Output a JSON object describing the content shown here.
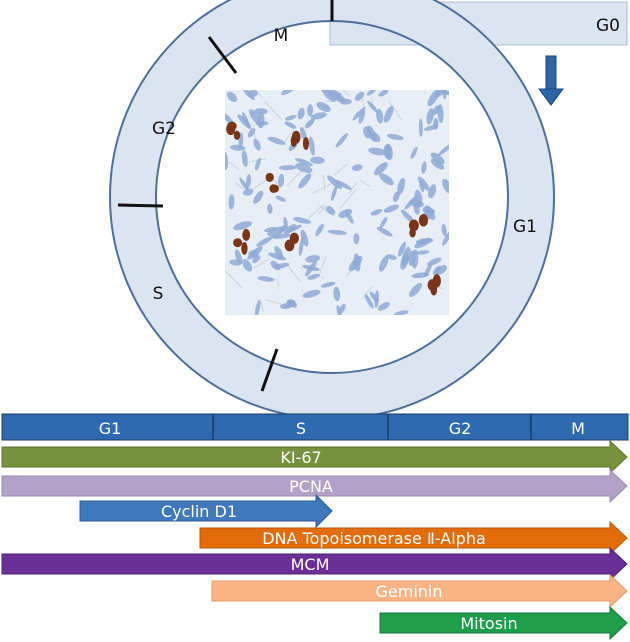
{
  "cycle_ring": {
    "phases": [
      {
        "label": "M"
      },
      {
        "label": "G2"
      },
      {
        "label": "S"
      },
      {
        "label": "G1"
      }
    ],
    "g0_label": "G0",
    "ring_fill": "#dbe5f2",
    "ring_stroke": "#4e6f99",
    "divider_color": "#111111",
    "arrow_color": "#2e64a8"
  },
  "micrograph": {
    "description_icon": "histology-image",
    "background": "#e7eef5",
    "cell_color": "#8fa9d6",
    "stained_color": "#7a3417"
  },
  "phase_bar": {
    "segments": [
      {
        "label": "G1"
      },
      {
        "label": "S"
      },
      {
        "label": "G2"
      },
      {
        "label": "M"
      }
    ],
    "fill": "#2f69b0",
    "divider": "#1a3c66",
    "text_color": "#ffffff"
  },
  "markers": [
    {
      "label": "KI-67",
      "color": "#76923c"
    },
    {
      "label": "PCNA",
      "color": "#b2a2c7"
    },
    {
      "label": "Cyclin D1",
      "color": "#3f78bd"
    },
    {
      "label": "DNA Topoisomerase Ⅱ-Alpha",
      "color": "#e36c0a"
    },
    {
      "label": "MCM",
      "color": "#6a2f96"
    },
    {
      "label": "Geminin",
      "color": "#f9b385"
    },
    {
      "label": "Mitosin",
      "color": "#1e9e4a"
    }
  ]
}
